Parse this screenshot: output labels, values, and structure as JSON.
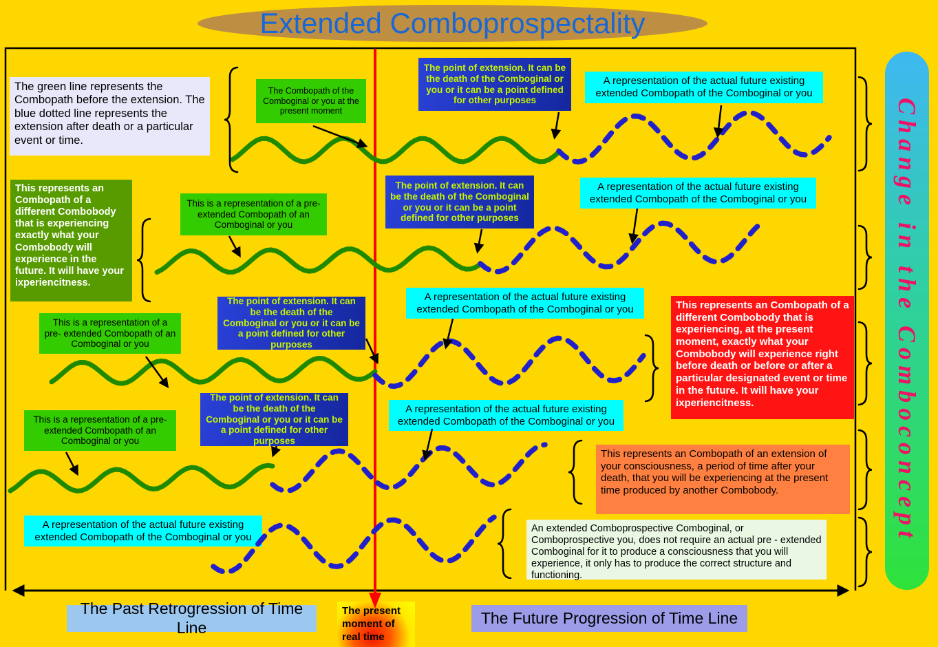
{
  "title": "Extended Comboprospectality",
  "side_banner": "Change in the Comboconcept",
  "legend": "The green line represents the Combopath before the extension. The blue dotted line represents the extension after death or a particular event or time.",
  "shared": {
    "point_of_extension": "The point of extension. It can be the death of the Comboginal or you or it can be a point defined for other purposes",
    "future_extended": "A representation of the actual future existing extended Combopath of the Comboginal or you",
    "pre_extended": "This is a representation of a pre- extended Combopath of an Comboginal or you"
  },
  "boxes": {
    "combopath_present": "The Combopath of the Comboginal or you at the present moment",
    "different_combobody_future": "This represents an Combopath of a different Combobody that is experiencing exactly what your Combobody will experience in the future. It will have your ixperiencitness.",
    "different_combobody_present": "This represents an Combopath of a different Combobody that is experiencing, at the present moment, exactly what your Combobody will experience right before death or before or after a particular designated event or time in the future. It will have your ixperiencitness.",
    "extension_consciousness": "This represents an Combopath of an extension of your consciousness, a period of time after your death, that you will be experiencing at the present time produced by another Combobody.",
    "no_pre_extended_needed": "An extended Comboprospective Comboginal, or Comboprospective you, does not require an actual pre - extended Comboginal for it to produce a consciousness that you will experience, it only has to produce the correct structure and functioning."
  },
  "timeline": {
    "past_label": "The Past Retrogression of Time Line",
    "present_label": "The present moment of real time",
    "future_label": "The Future Progression of Time Line"
  },
  "colors": {
    "background": "#FFD700",
    "green_line": "#1F8A00",
    "blue_dotted": "#2121CC",
    "present_line": "#FF0000",
    "title_text": "#1A67D6",
    "title_ellipse": "#BE8F42",
    "cyan_box": "#00FFFF",
    "green_box": "#33CC00",
    "blue_box_text": "#C6F400",
    "dark_green_box": "#579B00",
    "red_box": "#FF1414",
    "orange_box": "#FF8040",
    "banner_text": "#EE1166"
  }
}
